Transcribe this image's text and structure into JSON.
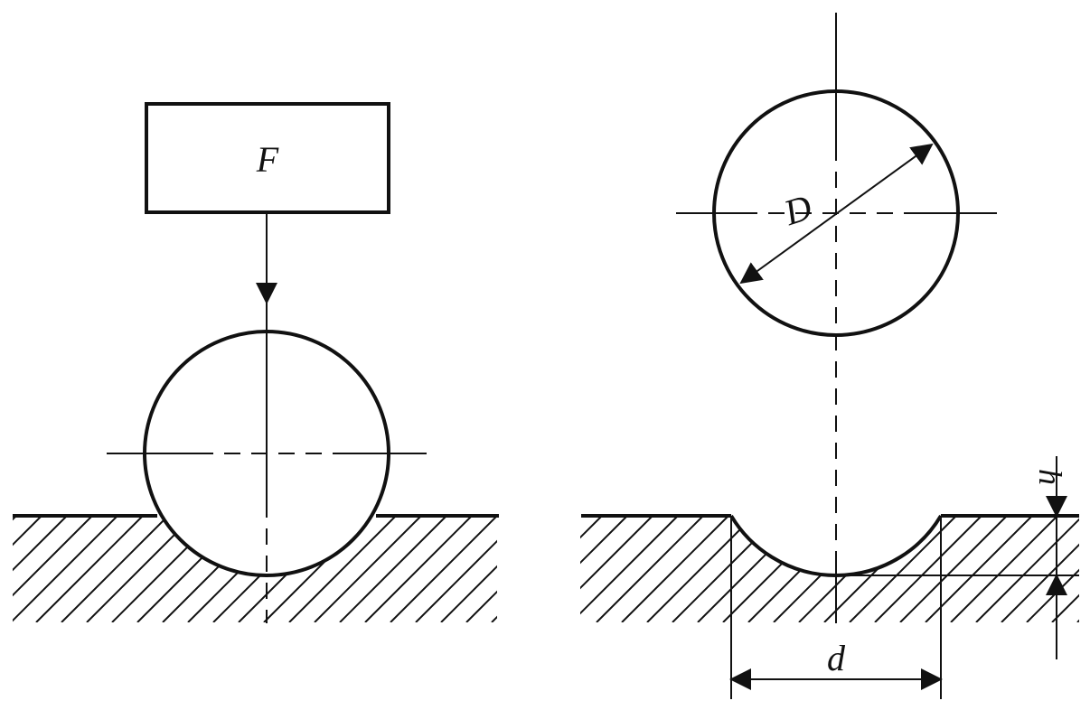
{
  "labels": {
    "force": "F",
    "ball_diameter": "D",
    "indent_diameter": "d",
    "indent_depth": "h"
  },
  "colors": {
    "ink": "#111111",
    "background": "#ffffff"
  }
}
